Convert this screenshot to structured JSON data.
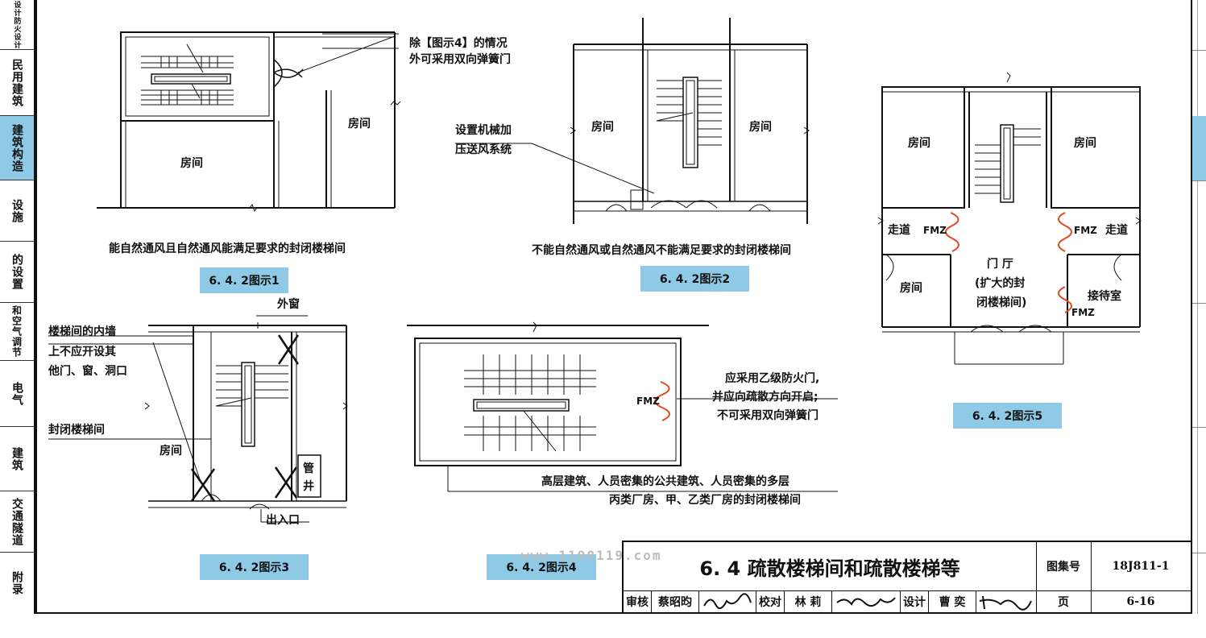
{
  "sidebar_left": [
    {
      "label": "设计防火设计",
      "active": false
    },
    {
      "label": "民用建筑",
      "active": false
    },
    {
      "label": "建筑构造",
      "active": true
    },
    {
      "label": "设施",
      "active": false
    },
    {
      "label": "的设置",
      "active": false
    },
    {
      "label": "和空气调节",
      "active": false
    },
    {
      "label": "电气",
      "active": false
    },
    {
      "label": "建筑",
      "active": false
    },
    {
      "label": "交通隧道",
      "active": false
    },
    {
      "label": "附录",
      "active": false
    }
  ],
  "fig1": {
    "note_lines": [
      "除【图示4】的情况",
      "外可采用双向弹簧门"
    ],
    "room_a": "房间",
    "room_b": "房间",
    "caption": "能自然通风且自然通风能满足要求的封闭楼梯间",
    "badge": "6. 4. 2图示1"
  },
  "fig2": {
    "note_lines": [
      "设置机械加",
      "压送风系统"
    ],
    "room_a": "房间",
    "room_b": "房间",
    "caption": "不能自然通风或自然通风不能满足要求的封闭楼梯间",
    "badge": "6. 4. 2图示2"
  },
  "fig3": {
    "window_label": "外窗",
    "wall_note_lines": [
      "楼梯间的内墙",
      "上不应开设其",
      "他门、窗、洞口"
    ],
    "stair_label": "封闭楼梯间",
    "room": "房间",
    "shaft_lines": [
      "管",
      "井"
    ],
    "exit": "出入口",
    "badge": "6. 4. 2图示3"
  },
  "fig4": {
    "door": "FMZ",
    "note_lines": [
      "应采用乙级防火门,",
      "并应向疏散方向开启;",
      "不可采用双向弹簧门"
    ],
    "caption_lines": [
      "高层建筑、人员密集的公共建筑、人员密集的多层",
      "丙类厂房、甲、乙类厂房的封闭楼梯间"
    ],
    "badge": "6. 4. 2图示4"
  },
  "fig5": {
    "room_tl": "房间",
    "room_tr": "房间",
    "room_bl": "房间",
    "corridor_l": "走道",
    "corridor_r": "走道",
    "door_l": "FMZ",
    "door_r": "FMZ",
    "door_b": "FMZ",
    "hall_lines": [
      "门 厅",
      "(扩大的封",
      "闭楼梯间)"
    ],
    "reception": "接待室",
    "badge": "6. 4. 2图示5"
  },
  "watermark": "www.1190119.com",
  "title_block": {
    "title": "6. 4 疏散楼梯间和疏散楼梯等",
    "atlas_label": "图集号",
    "atlas_value": "18J811-1",
    "review_label": "审核",
    "reviewer": "蔡昭昀",
    "check_label": "校对",
    "checker": "林 莉",
    "design_label": "设计",
    "designer": "曹 奕",
    "page_label": "页",
    "page_value": "6-16"
  },
  "colors": {
    "accent": "#8ec9e6",
    "door": "#e04a1f",
    "line": "#111111"
  }
}
